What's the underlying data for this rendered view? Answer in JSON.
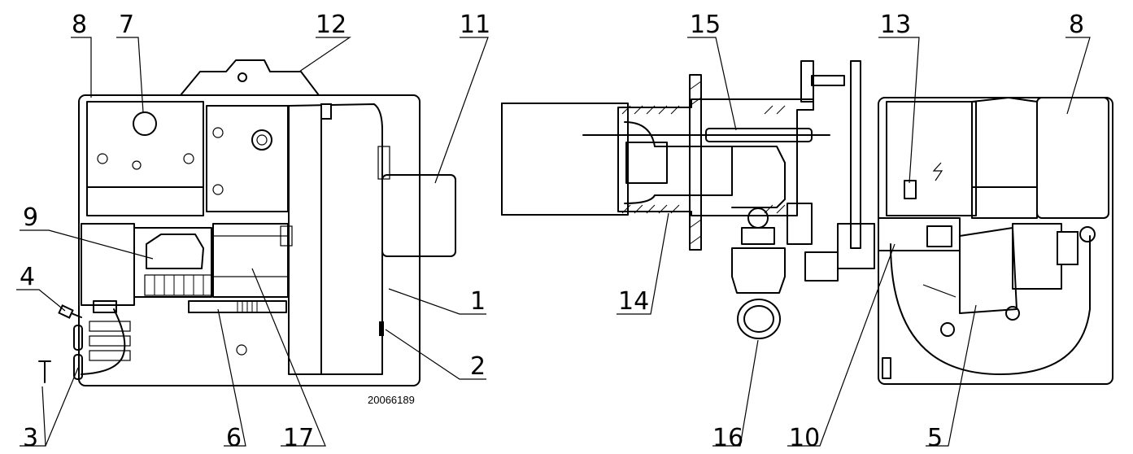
{
  "figure_code": "20066189",
  "callouts": [
    {
      "id": "c8a",
      "text": "8"
    },
    {
      "id": "c7",
      "text": "7"
    },
    {
      "id": "c12",
      "text": "12"
    },
    {
      "id": "c11",
      "text": "11"
    },
    {
      "id": "c9",
      "text": "9"
    },
    {
      "id": "c4",
      "text": "4"
    },
    {
      "id": "c1",
      "text": "1"
    },
    {
      "id": "c2",
      "text": "2"
    },
    {
      "id": "c3",
      "text": "3"
    },
    {
      "id": "c6",
      "text": "6"
    },
    {
      "id": "c17",
      "text": "17"
    },
    {
      "id": "c15",
      "text": "15"
    },
    {
      "id": "c13",
      "text": "13"
    },
    {
      "id": "c8b",
      "text": "8"
    },
    {
      "id": "c14",
      "text": "14"
    },
    {
      "id": "c16",
      "text": "16"
    },
    {
      "id": "c10",
      "text": "10"
    },
    {
      "id": "c5",
      "text": "5"
    }
  ]
}
